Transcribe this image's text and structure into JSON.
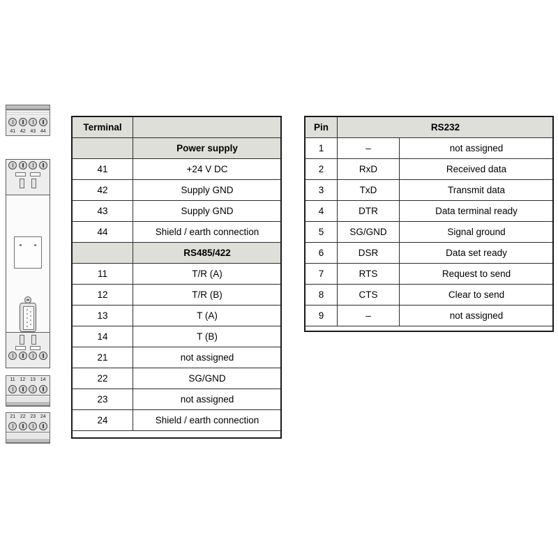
{
  "device": {
    "name": "din-rail-interface-converter",
    "top_terminal_block": {
      "name": "power-supply-terminal-block",
      "labels": [
        "41",
        "42",
        "43",
        "44"
      ]
    },
    "middle_terminal_block": {
      "name": "rs485-422-terminal-block",
      "labels": [
        "11",
        "12",
        "13",
        "14"
      ]
    },
    "bottom_terminal_block": {
      "name": "rs485-422-secondary-terminal-block",
      "labels": [
        "21",
        "22",
        "23",
        "24"
      ]
    },
    "connector": {
      "name": "d-sub-9-connector",
      "pin_count": 9
    }
  },
  "terminal_table": {
    "headers": {
      "col1": "Terminal",
      "col2": ""
    },
    "sections": [
      {
        "title": "Power supply",
        "rows": [
          {
            "terminal": "41",
            "assignment": "+24 V DC"
          },
          {
            "terminal": "42",
            "assignment": "Supply GND"
          },
          {
            "terminal": "43",
            "assignment": "Supply GND"
          },
          {
            "terminal": "44",
            "assignment": "Shield / earth connection"
          }
        ]
      },
      {
        "title": "RS485/422",
        "rows": [
          {
            "terminal": "11",
            "assignment": "T/R (A)"
          },
          {
            "terminal": "12",
            "assignment": "T/R (B)"
          },
          {
            "terminal": "13",
            "assignment": "T (A)"
          },
          {
            "terminal": "14",
            "assignment": "T (B)"
          },
          {
            "terminal": "21",
            "assignment": "not assigned"
          },
          {
            "terminal": "22",
            "assignment": "SG/GND"
          },
          {
            "terminal": "23",
            "assignment": "not assigned"
          },
          {
            "terminal": "24",
            "assignment": "Shield / earth connection"
          }
        ]
      }
    ]
  },
  "rs232_table": {
    "headers": {
      "col1": "Pin",
      "col2": "RS232"
    },
    "rows": [
      {
        "pin": "1",
        "signal": "–",
        "description": "not assigned"
      },
      {
        "pin": "2",
        "signal": "RxD",
        "description": "Received data"
      },
      {
        "pin": "3",
        "signal": "TxD",
        "description": "Transmit data"
      },
      {
        "pin": "4",
        "signal": "DTR",
        "description": "Data terminal ready"
      },
      {
        "pin": "5",
        "signal": "SG/GND",
        "description": "Signal ground"
      },
      {
        "pin": "6",
        "signal": "DSR",
        "description": "Data set ready"
      },
      {
        "pin": "7",
        "signal": "RTS",
        "description": "Request to send"
      },
      {
        "pin": "8",
        "signal": "CTS",
        "description": "Clear to send"
      },
      {
        "pin": "9",
        "signal": "–",
        "description": "not assigned"
      }
    ]
  },
  "colors": {
    "header_fill": "#dedfd8",
    "border": "#1a1a1a",
    "device_body": "#fbfbfb"
  }
}
